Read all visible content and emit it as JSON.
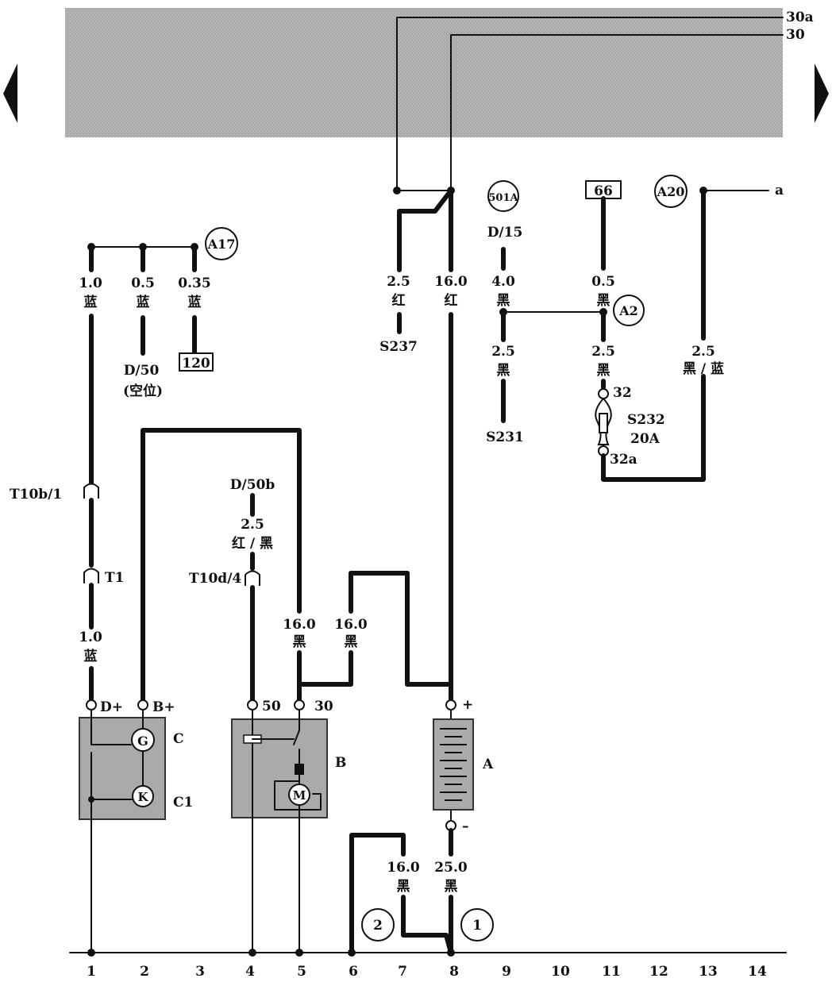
{
  "rails": {
    "r30a": "30a",
    "r30": "30"
  },
  "nav": {
    "prev": "previous-page",
    "next": "next-page"
  },
  "refs": {
    "A17": "A17",
    "A2": "A2",
    "A20": "A20",
    "r501A": "501A",
    "b120": "120",
    "b66": "66",
    "g1": "1",
    "g2": "2",
    "a": "a"
  },
  "wire_labels": {
    "w1_top": [
      "1.0",
      "蓝"
    ],
    "w2_top": [
      "0.5",
      "蓝"
    ],
    "w3_top": [
      "0.35",
      "蓝"
    ],
    "d50": "D/50",
    "d50_sub": "(空位)",
    "s237_wire": [
      "2.5",
      "红"
    ],
    "s237": "S237",
    "main16": [
      "16.0",
      "红"
    ],
    "d15": "D/15",
    "d15_wire": [
      "4.0",
      "黑"
    ],
    "s231_wire": [
      "2.5",
      "黑"
    ],
    "s231": "S231",
    "r66_wire": [
      "0.5",
      "黑"
    ],
    "s232_wire": [
      "2.5",
      "黑"
    ],
    "f32": "32",
    "f32a": "32a",
    "s232": "S232",
    "s232_amp": "20A",
    "a20_wire": [
      "2.5",
      "黑 / 蓝"
    ],
    "t10b1": "T10b/1",
    "t1": "T1",
    "w1_bottom": [
      "1.0",
      "蓝"
    ],
    "d50b": "D/50b",
    "d50b_wire": [
      "2.5",
      "红 / 黑"
    ],
    "t10d4": "T10d/4",
    "b30_left": [
      "16.0",
      "黑"
    ],
    "b30_right": [
      "16.0",
      "黑"
    ],
    "ground16": [
      "16.0",
      "黑"
    ],
    "ground25": [
      "25.0",
      "黑"
    ]
  },
  "components": {
    "gen": {
      "term_d": "D+",
      "term_b": "B+",
      "label_c": "C",
      "label_c1": "C1",
      "g": "G",
      "k": "K"
    },
    "starter": {
      "t50": "50",
      "t30": "30",
      "label": "B",
      "m": "M"
    },
    "battery": {
      "plus": "+",
      "minus": "–",
      "label": "A"
    }
  },
  "columns": [
    "1",
    "2",
    "3",
    "4",
    "5",
    "6",
    "7",
    "8",
    "9",
    "10",
    "11",
    "12",
    "13",
    "14"
  ],
  "colors": {
    "shade": "#a8a8a8",
    "ink": "#111111",
    "box": "#aaaaaa"
  }
}
